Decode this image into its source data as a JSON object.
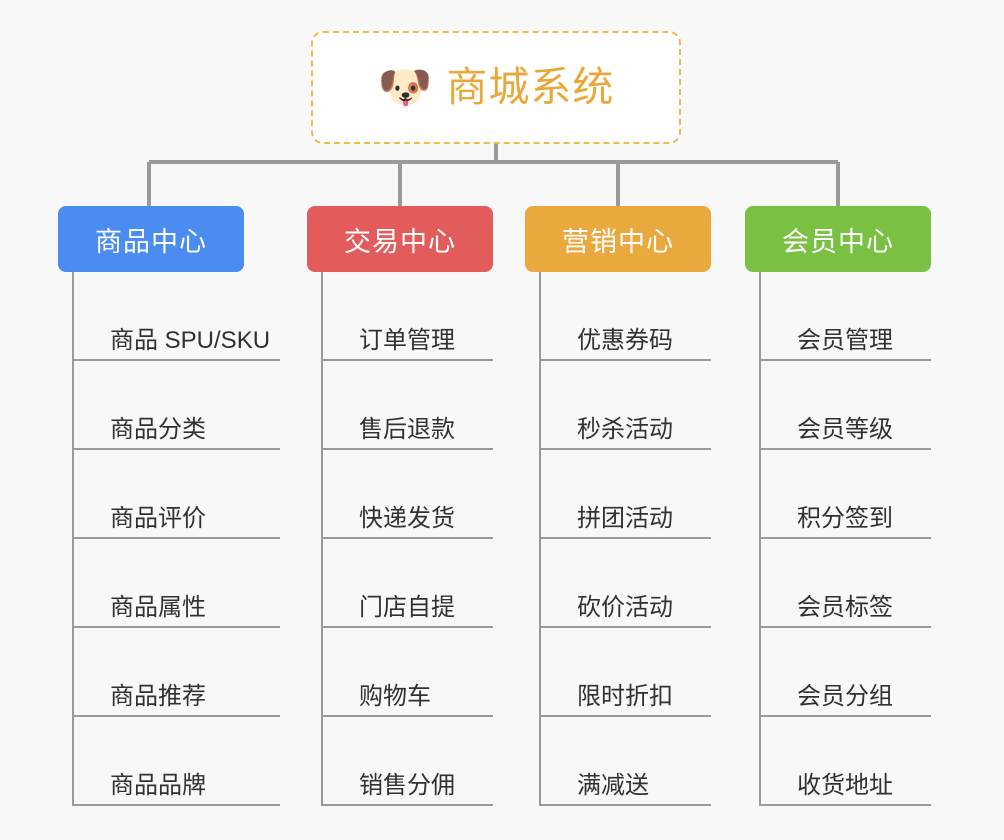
{
  "page": {
    "background_color": "#f8f8f8",
    "connector_color": "#9a9a9a"
  },
  "root": {
    "emoji": "🐶",
    "emoji_icon_name": "shiba-dog-face-icon",
    "title": "商城系统",
    "title_color": "#e8a93a",
    "border_color": "#f0b94a",
    "background_color": "#ffffff"
  },
  "columns": [
    {
      "header": "商品中心",
      "color": "#4a8cf0",
      "key": "product-center",
      "items": [
        "商品 SPU/SKU",
        "商品分类",
        "商品评价",
        "商品属性",
        "商品推荐",
        "商品品牌"
      ]
    },
    {
      "header": "交易中心",
      "color": "#e25c5c",
      "key": "trade-center",
      "items": [
        "订单管理",
        "售后退款",
        "快递发货",
        "门店自提",
        "购物车",
        "销售分佣"
      ]
    },
    {
      "header": "营销中心",
      "color": "#eaa93f",
      "key": "marketing-center",
      "items": [
        "优惠券码",
        "秒杀活动",
        "拼团活动",
        "砍价活动",
        "限时折扣",
        "满减送"
      ]
    },
    {
      "header": "会员中心",
      "color": "#7ac143",
      "key": "member-center",
      "items": [
        "会员管理",
        "会员等级",
        "积分签到",
        "会员标签",
        "会员分组",
        "收货地址"
      ]
    }
  ]
}
